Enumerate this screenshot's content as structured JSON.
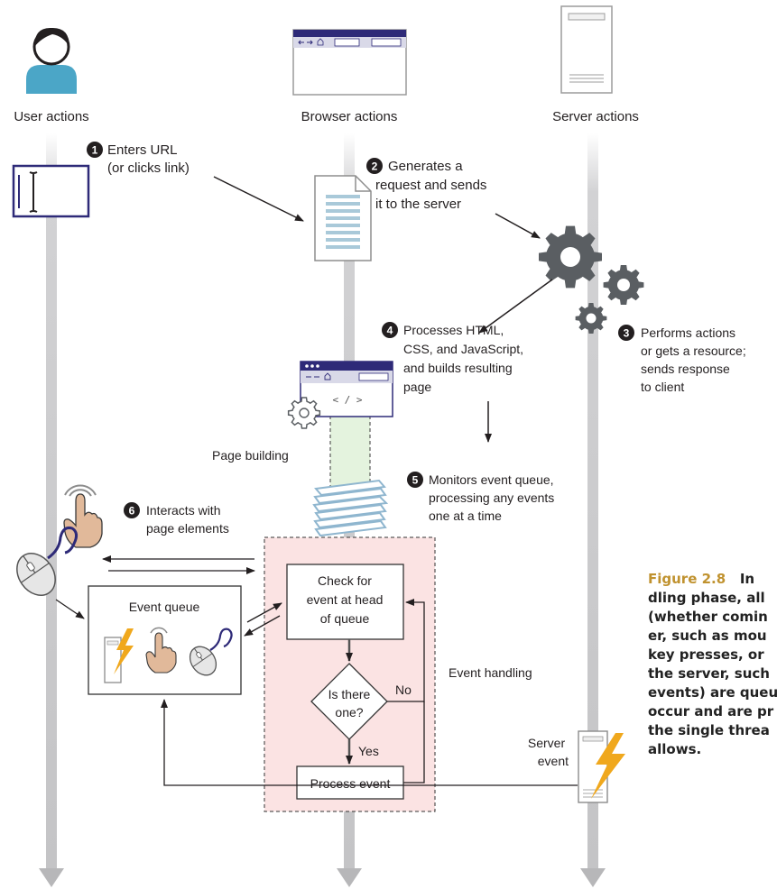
{
  "columns": {
    "user": "User actions",
    "browser": "Browser actions",
    "server": "Server actions"
  },
  "steps": {
    "s1": {
      "num": "1",
      "lines": [
        "Enters URL",
        "(or clicks link)"
      ]
    },
    "s2": {
      "num": "2",
      "lines": [
        "Generates a",
        "request and sends",
        "it to the server"
      ]
    },
    "s3": {
      "num": "3",
      "lines": [
        "Performs actions",
        "or gets a resource;",
        "sends response",
        "to client"
      ]
    },
    "s4": {
      "num": "4",
      "lines": [
        "Processes HTML,",
        "CSS, and JavaScript,",
        "and builds resulting",
        "page"
      ]
    },
    "s5": {
      "num": "5",
      "lines": [
        "Monitors event queue,",
        "processing any events",
        "one at a time"
      ]
    },
    "s6": {
      "num": "6",
      "lines": [
        "Interacts with",
        "page elements"
      ]
    }
  },
  "labels": {
    "page_building": "Page building",
    "event_handling": "Event handling",
    "event_queue": "Event queue",
    "check_lines": [
      "Check for",
      "event at head",
      "of queue"
    ],
    "decision_lines": [
      "Is there",
      "one?"
    ],
    "no": "No",
    "yes": "Yes",
    "process_event": "Process event",
    "server_event_lines": [
      "Server",
      "event"
    ],
    "code_tag": "< / >"
  },
  "caption": {
    "figure": "Figure 2.8",
    "lines": [
      "In",
      "dling phase, all",
      "(whether comin",
      "er, such as mou",
      "key presses, or",
      "the server, such",
      "events) are queu",
      "occur and are pr",
      "the single threa",
      "allows."
    ]
  },
  "colors": {
    "timeline": "#cfcfd1",
    "arrow": "#231f20",
    "browser_frame": "#2e2a78",
    "gear": "#5a5e62",
    "lightning": "#f0a81d",
    "user_head": "#231f20",
    "user_body": "#4ba6c7",
    "event_box_fill": "#fbe3e3",
    "event_box_border": "#c0392b",
    "page_build_fill": "#e4f3de",
    "hand": "#e1b99a",
    "caption_accent": "#c0922f"
  }
}
